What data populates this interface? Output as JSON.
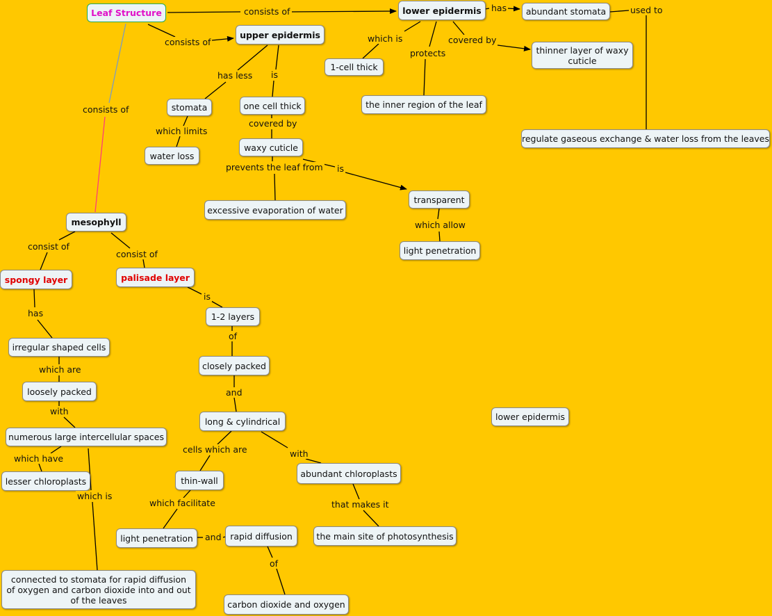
{
  "nodes": {
    "leaf_structure": "Leaf Structure",
    "lower_epidermis": "lower epidermis",
    "abundant_stomata": "abundant stomata",
    "upper_epidermis": "upper epidermis",
    "one_cell_thick_lower": "1-cell thick",
    "thinner_waxy_cuticle": "thinner layer of waxy cuticle",
    "inner_region": "the inner region of the leaf",
    "regulate_exchange": "regulate gaseous exchange & water loss from the leaves",
    "stomata": "stomata",
    "one_cell_thick_upper": "one cell thick",
    "water_loss": "water loss",
    "waxy_cuticle": "waxy cuticle",
    "excessive_evaporation": "excessive evaporation of water",
    "transparent": "transparent",
    "light_penetration_top": "light penetration",
    "mesophyll": "mesophyll",
    "spongy_layer": "spongy layer",
    "palisade_layer": "palisade layer",
    "one_two_layers": "1-2 layers",
    "irregular_cells": "irregular shaped cells",
    "closely_packed": "closely packed",
    "loosely_packed": "loosely packed",
    "long_cylindrical": "long & cylindrical",
    "lower_epidermis_lone": "lower epidermis",
    "intercellular_spaces": "numerous large intercellular spaces",
    "lesser_chloroplasts": "lesser chloroplasts",
    "thin_wall": "thin-wall",
    "abundant_chloroplasts": "abundant chloroplasts",
    "light_penetration_bottom": "light penetration",
    "rapid_diffusion": "rapid diffusion",
    "main_site": "the main site of photosynthesis",
    "connected_stomata": "connected to stomata for rapid diffusion of oxygen and carbon dioxide into and out of the leaves",
    "co2_o2": "carbon dioxide and oxygen"
  },
  "links": {
    "consists_of_lower": "consists of",
    "has_stomata": "has",
    "used_to": "used to",
    "consists_of_upper": "consists of",
    "which_is": "which is",
    "protects": "protects",
    "covered_by_lower": "covered by",
    "has_less": "has less",
    "is_upper": "is",
    "consists_of_meso": "consists of",
    "which_limits": "which limits",
    "covered_by_upper": "covered by",
    "prevents": "prevents the leaf from",
    "is_transparent": "is",
    "which_allow": "which allow",
    "consist_of_spongy": "consist of",
    "consist_of_palisade": "consist of",
    "is_palisade": "is",
    "has_spongy": "has",
    "of_layers": "of",
    "which_are": "which are",
    "and_long": "and",
    "with_spaces": "with",
    "cells_which_are": "cells which are",
    "with_chloroplasts": "with",
    "which_have": "which have",
    "which_is_spaces": "which is",
    "which_facilitate": "which facilitate",
    "that_makes_it": "that makes it",
    "and_rapid": "and",
    "of_co2": "of"
  },
  "colors": {
    "background": "#FFC800",
    "node_fill": "#EDF4F6",
    "root_text": "#E010C8",
    "red_text": "#E00000",
    "meso_link_top": "#7C9CC0",
    "meso_link_bottom": "#FF3C78"
  }
}
